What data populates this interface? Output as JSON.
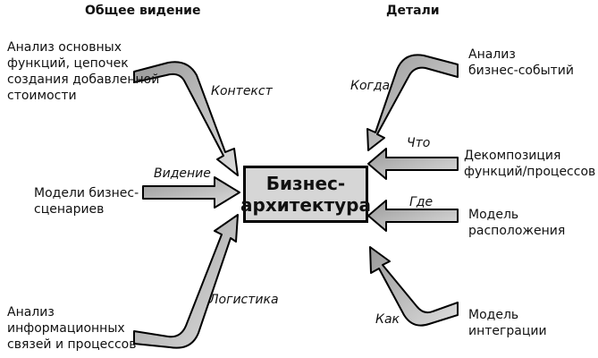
{
  "headers": {
    "left": "Общее видение",
    "right": "Детали"
  },
  "center": {
    "label": "Бизнес-\nархитектура"
  },
  "left_nodes": [
    {
      "label": "Анализ основных\nфункций, цепочек\nсоздания добавленной\nстоимости",
      "edge_label": "Контекст"
    },
    {
      "label": "Модели бизнес-\nсценариев",
      "edge_label": "Видение"
    },
    {
      "label": "Анализ\nинформационных\nсвязей и процессов",
      "edge_label": "Логистика"
    }
  ],
  "right_nodes": [
    {
      "label": "Анализ\nбизнес-событий",
      "edge_label": "Когда"
    },
    {
      "label": "Декомпозиция\nфункций/процессов",
      "edge_label": "Что"
    },
    {
      "label": "Модель\nрасположения",
      "edge_label": "Где"
    },
    {
      "label": "Модель\nинтеграции",
      "edge_label": "Как"
    }
  ],
  "colors": {
    "arrow_fill": "#cfcfcf",
    "arrow_stroke": "#000000",
    "box_fill": "#d6d6d6"
  }
}
